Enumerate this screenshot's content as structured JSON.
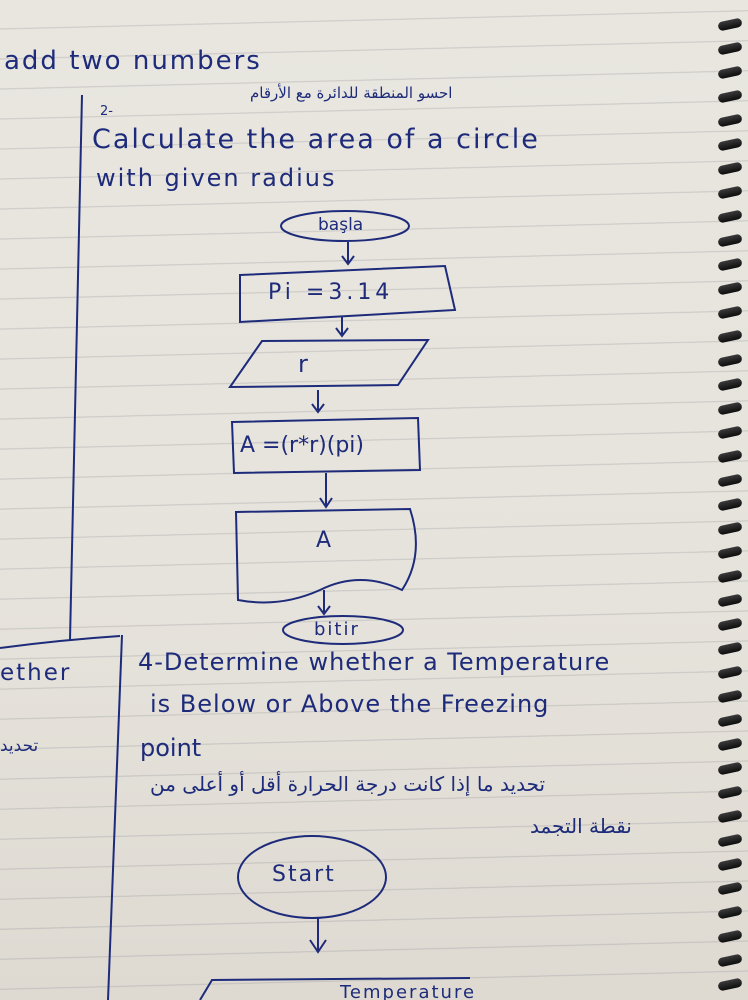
{
  "notes": {
    "line_1": "add two numbers",
    "arabic_1": "احسو المنطقة للدائرة مع الأرقام",
    "q2_number": "2-",
    "q2_line_1": "Calculate the area of a circle",
    "q2_line_2": "with given radius",
    "left_margin_1": "ether",
    "left_margin_2": "تحديد",
    "q4_line_1": "4-Determine whether a Temperature",
    "q4_line_2": "is Below or Above the Freezing",
    "q4_line_3": "point",
    "arabic_q4_1": "تحديد ما إذا كانت درجة الحرارة أقل أو أعلى من",
    "arabic_q4_2": "نقطة التجمد"
  },
  "flowchart_area": {
    "begin": "başla",
    "assign_pi": "Pi =3.14",
    "input_r": "r",
    "compute": "A =(r*r)(pi)",
    "output": "A",
    "end": "bitir"
  },
  "flowchart_temp": {
    "start": "Start",
    "next_fragment": "Temperature"
  },
  "colors": {
    "ink": "#1d2b7a",
    "paper": "#e7e4dd",
    "rings": "#111111"
  }
}
